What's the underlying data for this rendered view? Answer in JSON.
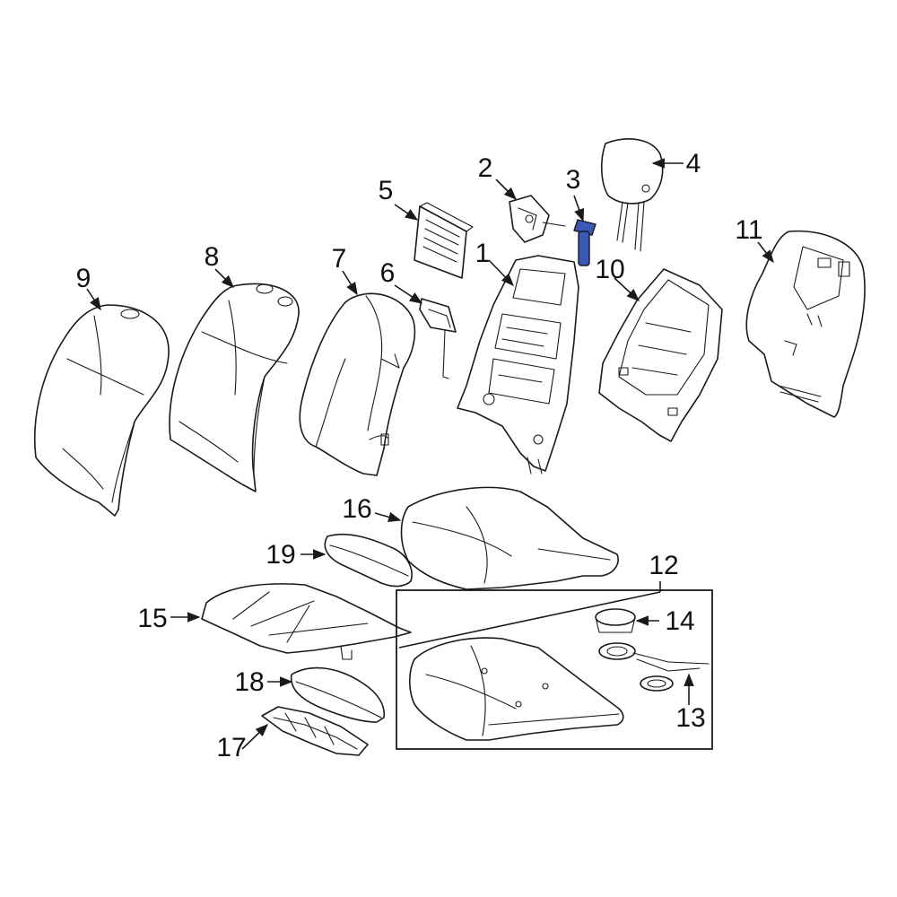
{
  "diagram": {
    "highlight_color": "#3b57b8",
    "parts": [
      {
        "number": "1"
      },
      {
        "number": "2"
      },
      {
        "number": "3",
        "highlighted": true
      },
      {
        "number": "4"
      },
      {
        "number": "5"
      },
      {
        "number": "6"
      },
      {
        "number": "7"
      },
      {
        "number": "8"
      },
      {
        "number": "9"
      },
      {
        "number": "10"
      },
      {
        "number": "11"
      },
      {
        "number": "12"
      },
      {
        "number": "13"
      },
      {
        "number": "14"
      },
      {
        "number": "15"
      },
      {
        "number": "16"
      },
      {
        "number": "17"
      },
      {
        "number": "18"
      },
      {
        "number": "19"
      }
    ]
  }
}
